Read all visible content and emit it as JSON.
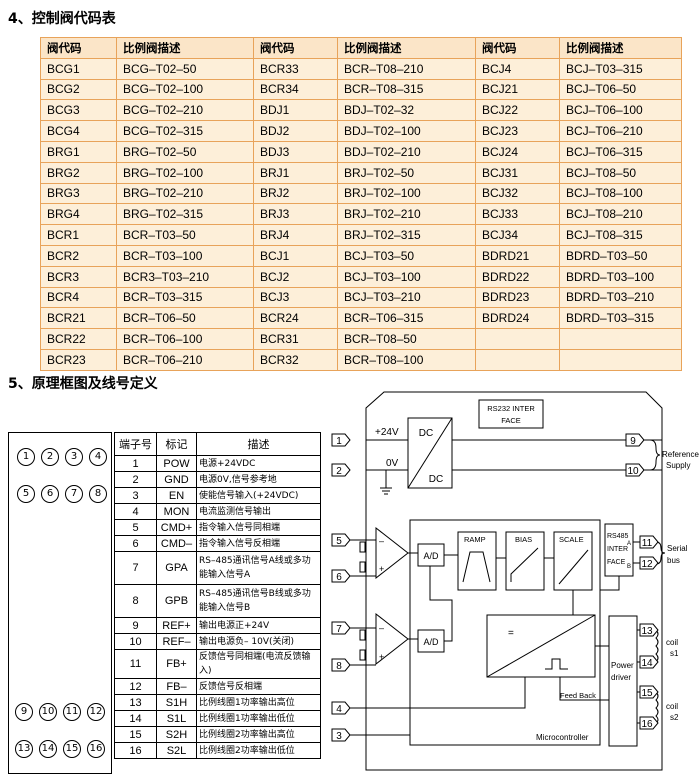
{
  "section4_title": "4、控制阀代码表",
  "code_table": {
    "headers": [
      "阀代码",
      "比例阀描述",
      "阀代码",
      "比例阀描述",
      "阀代码",
      "比例阀描述"
    ],
    "rows": [
      [
        "BCG1",
        "BCG–T02–50",
        "BCR33",
        "BCR–T08–210",
        "BCJ4",
        "BCJ–T03–315"
      ],
      [
        "BCG2",
        "BCG–T02–100",
        "BCR34",
        "BCR–T08–315",
        "BCJ21",
        "BCJ–T06–50"
      ],
      [
        "BCG3",
        "BCG–T02–210",
        "BDJ1",
        "BDJ–T02–32",
        "BCJ22",
        "BCJ–T06–100"
      ],
      [
        "BCG4",
        "BCG–T02–315",
        "BDJ2",
        "BDJ–T02–100",
        "BCJ23",
        "BCJ–T06–210"
      ],
      [
        "BRG1",
        "BRG–T02–50",
        "BDJ3",
        "BDJ–T02–210",
        "BCJ24",
        "BCJ–T06–315"
      ],
      [
        "BRG2",
        "BRG–T02–100",
        "BRJ1",
        "BRJ–T02–50",
        "BCJ31",
        "BCJ–T08–50"
      ],
      [
        "BRG3",
        "BRG–T02–210",
        "BRJ2",
        "BRJ–T02–100",
        "BCJ32",
        "BCJ–T08–100"
      ],
      [
        "BRG4",
        "BRG–T02–315",
        "BRJ3",
        "BRJ–T02–210",
        "BCJ33",
        "BCJ–T08–210"
      ],
      [
        "BCR1",
        "BCR–T03–50",
        "BRJ4",
        "BRJ–T02–315",
        "BCJ34",
        "BCJ–T08–315"
      ],
      [
        "BCR2",
        "BCR–T03–100",
        "BCJ1",
        "BCJ–T03–50",
        "BDRD21",
        "BDRD–T03–50"
      ],
      [
        "BCR3",
        "BCR3–T03–210",
        "BCJ2",
        "BCJ–T03–100",
        "BDRD22",
        "BDRD–T03–100"
      ],
      [
        "BCR4",
        "BCR–T03–315",
        "BCJ3",
        "BCJ–T03–210",
        "BDRD23",
        "BDRD–T03–210"
      ],
      [
        "BCR21",
        "BCR–T06–50",
        "BCR24",
        "BCR–T06–315",
        "BDRD24",
        "BDRD–T03–315"
      ],
      [
        "BCR22",
        "BCR–T06–100",
        "BCR31",
        "BCR–T08–50",
        "",
        ""
      ],
      [
        "BCR23",
        "BCR–T06–210",
        "BCR32",
        "BCR–T08–100",
        "",
        ""
      ]
    ]
  },
  "section5_title": "5、原理框图及线号定义",
  "terminal_circles": [
    "1",
    "2",
    "3",
    "4",
    "5",
    "6",
    "7",
    "8",
    "9",
    "10",
    "11",
    "12",
    "13",
    "14",
    "15",
    "16"
  ],
  "pin_table": {
    "headers": [
      "端子号",
      "标记",
      "描述"
    ],
    "rows": [
      [
        "1",
        "POW",
        "电源+24VDC"
      ],
      [
        "2",
        "GND",
        "电源0V,信号参考地"
      ],
      [
        "3",
        "EN",
        "使能信号输入(+24VDC)"
      ],
      [
        "4",
        "MON",
        "电流监测信号输出"
      ],
      [
        "5",
        "CMD+",
        "指令输入信号同相端"
      ],
      [
        "6",
        "CMD–",
        "指令输入信号反相端"
      ],
      [
        "7",
        "GPA",
        "RS–485通讯信号A线或多功能输入信号A"
      ],
      [
        "8",
        "GPB",
        "RS–485通讯信号B线或多功能输入信号B"
      ],
      [
        "9",
        "REF+",
        "输出电源正+24V"
      ],
      [
        "10",
        "REF–",
        "输出电源负– 10V(关闭)"
      ],
      [
        "11",
        "FB+",
        "反馈信号同相端(电流反馈输入)"
      ],
      [
        "12",
        "FB–",
        "反馈信号反相端"
      ],
      [
        "13",
        "S1H",
        "比例线圈1功率输出高位"
      ],
      [
        "14",
        "S1L",
        "比例线圈1功率输出低位"
      ],
      [
        "15",
        "S2H",
        "比例线圈2功率输出高位"
      ],
      [
        "16",
        "S2L",
        "比例线圈2功率输出低位"
      ]
    ]
  },
  "diagram": {
    "rs232_line1": "RS232 INTER",
    "rs232_line2": "FACE",
    "plus24v": "+24V",
    "zero_v": "0V",
    "dc_top": "DC",
    "dc_bottom": "DC",
    "reference_line1": "Reference",
    "reference_line2": "Supply",
    "ramp": "RAMP",
    "bias": "BIAS",
    "scale": "SCALE",
    "ad_upper": "A/D",
    "ad_lower": "A/D",
    "rs485_line1": "RS485",
    "rs485_line2": "INTER",
    "rs485_line3": "FACE",
    "rs485_a": "A",
    "rs485_b": "B",
    "serial_line1": "Serial",
    "serial_line2": "bus",
    "power_line1": "Power",
    "power_line2": "driver",
    "feedback": "Feed Back",
    "microcontroller": "Microcontroller",
    "coil1_line1": "coil",
    "coil1_line2": "s1",
    "coil2_line1": "coil",
    "coil2_line2": "s2",
    "terminals": [
      "1",
      "2",
      "3",
      "4",
      "5",
      "6",
      "7",
      "8",
      "9",
      "10",
      "11",
      "12",
      "13",
      "14",
      "15",
      "16"
    ]
  }
}
